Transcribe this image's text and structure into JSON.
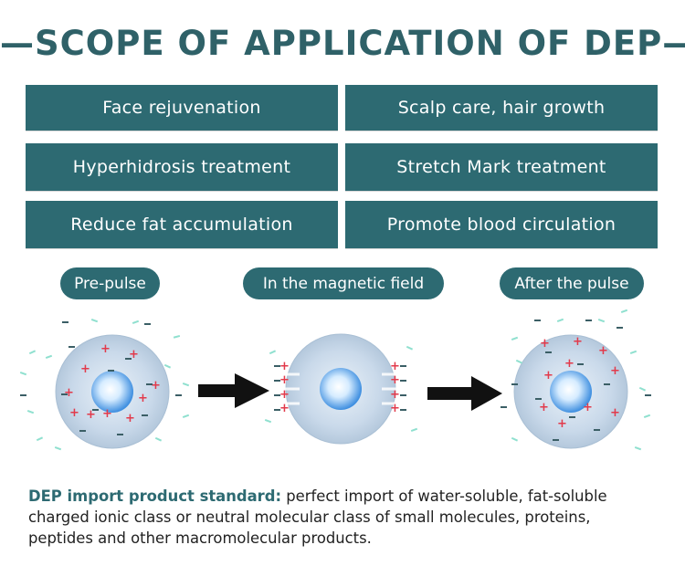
{
  "title": "—SCOPE OF APPLICATION OF DEP—",
  "applications": [
    "Face rejuvenation",
    "Scalp care, hair growth",
    "Hyperhidrosis treatment",
    "Stretch Mark treatment",
    "Reduce fat accumulation",
    "Promote blood circulation"
  ],
  "stages": [
    "Pre-pulse",
    "In the magnetic field",
    "After the pulse"
  ],
  "footer": {
    "lead": "DEP import product standard:",
    "text": " perfect import of water-soluble, fat-soluble charged ionic class or neutral molecular class of small molecules, proteins, peptides and other macromolecular products."
  },
  "colors": {
    "teal": "#2d6a72",
    "title": "#2f6168",
    "plus": "#e23a4b",
    "minus": "#3b5f66",
    "ion": "#8fe0cf"
  }
}
